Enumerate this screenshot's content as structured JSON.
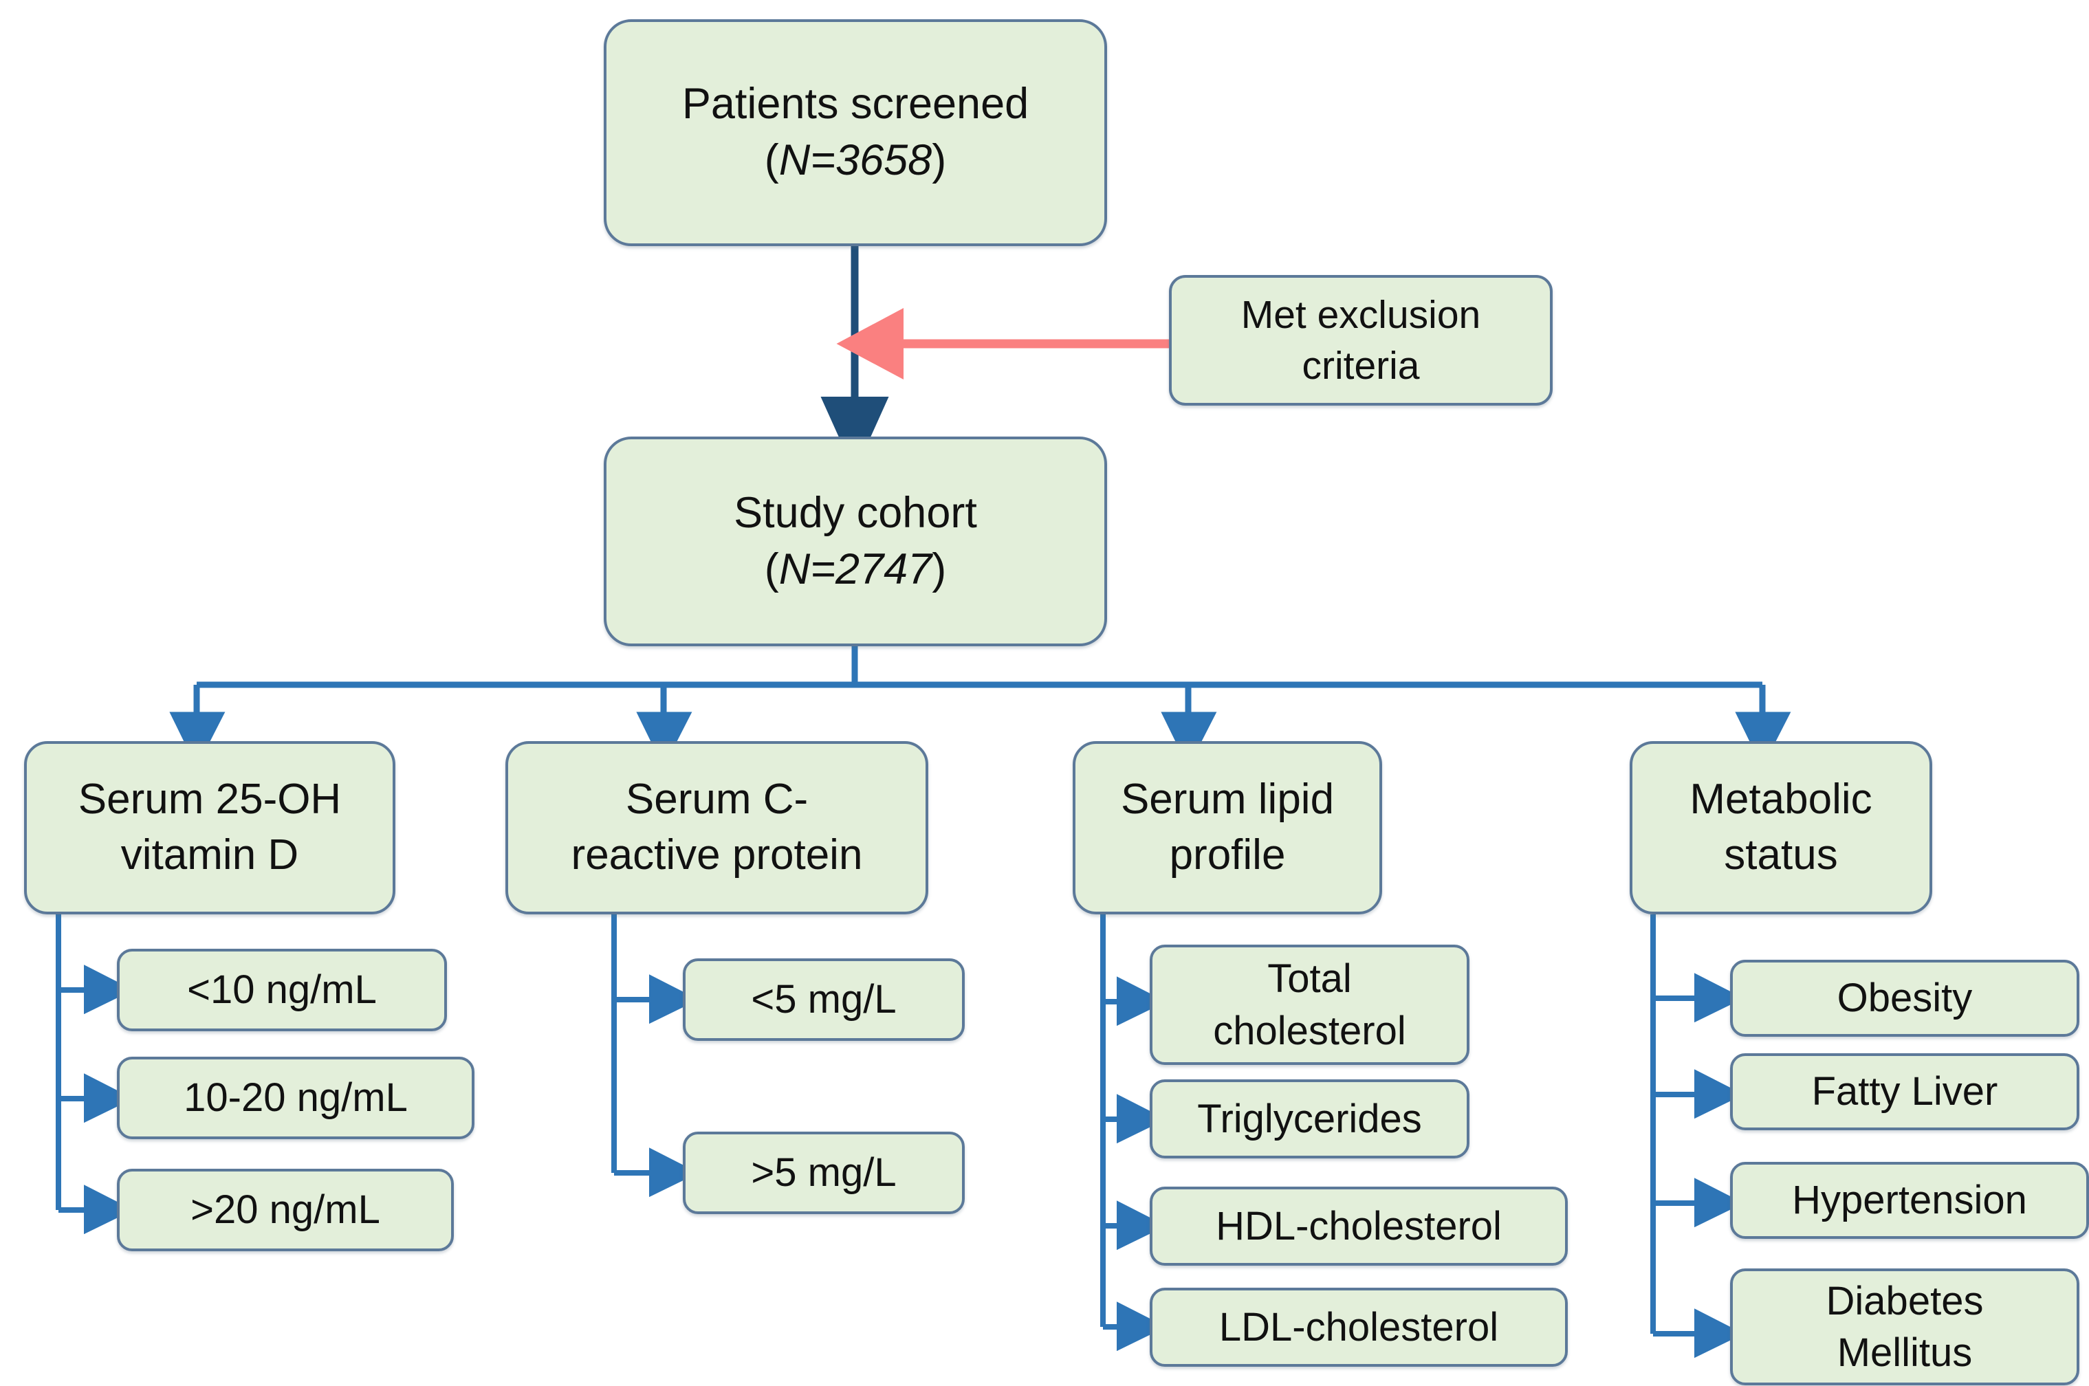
{
  "diagram": {
    "type": "study-flowchart",
    "colors": {
      "node_fill": "#e3efda",
      "node_border": "#5c7999",
      "connector_blue": "#2e75b6",
      "main_connector_navy": "#1f4e79",
      "exclusion_arrow_red": "#fa8080",
      "text": "#111111",
      "background": "#ffffff"
    },
    "nodes": {
      "screened": {
        "line1": "Patients screened",
        "open_paren": "(",
        "n_value": "N=3658",
        "close_paren": ")"
      },
      "exclusion": {
        "line1": "Met exclusion",
        "line2": "criteria"
      },
      "cohort": {
        "line1": "Study cohort",
        "open_paren": "(",
        "n_value": "N=2747",
        "close_paren": ")"
      }
    },
    "branches": [
      {
        "id": "vitamin-d",
        "title_line1": "Serum 25-OH",
        "title_line2": "vitamin D",
        "children": [
          {
            "label": "<10 ng/mL"
          },
          {
            "label": "10-20 ng/mL"
          },
          {
            "label": ">20 ng/mL"
          }
        ]
      },
      {
        "id": "crp",
        "title_line1": "Serum C-",
        "title_line2": "reactive protein",
        "children": [
          {
            "label": "<5 mg/L"
          },
          {
            "label": ">5 mg/L"
          }
        ]
      },
      {
        "id": "lipid-profile",
        "title_line1": "Serum lipid",
        "title_line2": "profile",
        "children": [
          {
            "label_line1": "Total",
            "label_line2": "cholesterol"
          },
          {
            "label": "Triglycerides"
          },
          {
            "label": "HDL-cholesterol"
          },
          {
            "label": "LDL-cholesterol"
          }
        ]
      },
      {
        "id": "metabolic-status",
        "title_line1": "Metabolic",
        "title_line2": "status",
        "children": [
          {
            "label": "Obesity"
          },
          {
            "label": "Fatty Liver"
          },
          {
            "label": "Hypertension"
          },
          {
            "label_line1": "Diabetes",
            "label_line2": "Mellitus"
          }
        ]
      }
    ]
  }
}
